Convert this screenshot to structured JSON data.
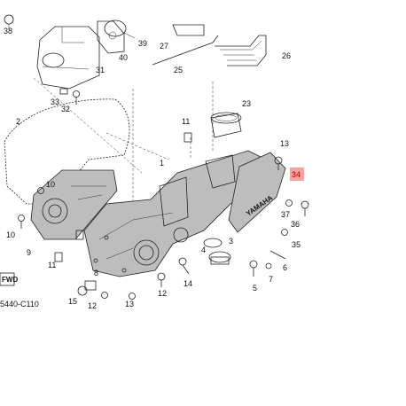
{
  "diagram": {
    "drawing_code": "5440-C110",
    "highlighted_part": "34",
    "highlight_color": "#f7a1a1",
    "fwd_mark": "FWD",
    "cover_brand": "YAMAHA",
    "callouts": [
      "38",
      "39",
      "40",
      "27",
      "25",
      "26",
      "31",
      "33",
      "32",
      "2",
      "11",
      "23",
      "1",
      "13",
      "34",
      "10",
      "37",
      "36",
      "35",
      "9",
      "3",
      "4",
      "6",
      "7",
      "5",
      "11",
      "12",
      "14",
      "8",
      "15",
      "12",
      "13"
    ]
  }
}
